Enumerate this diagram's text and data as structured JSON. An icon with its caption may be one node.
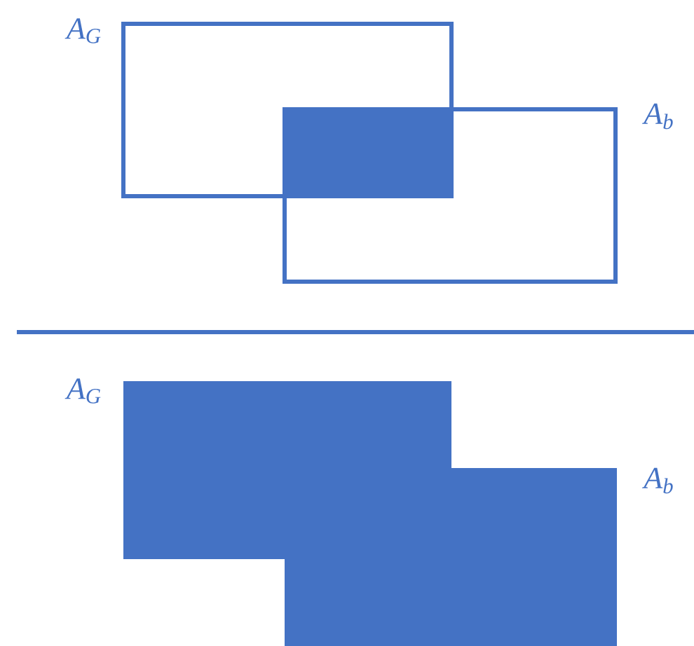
{
  "diagram": {
    "nodes": [
      {
        "text": [
          "A$_{G}$"
        ]
      },
      {
        "text": [
          "A$_{b}$"
        ]
      },
      {
        "text": [],
        "shape": "box"
      },
      {
        "text": [
          "A$_{G}$"
        ]
      },
      {
        "text": [
          "A$_{b}$"
        ]
      }
    ]
  }
}
